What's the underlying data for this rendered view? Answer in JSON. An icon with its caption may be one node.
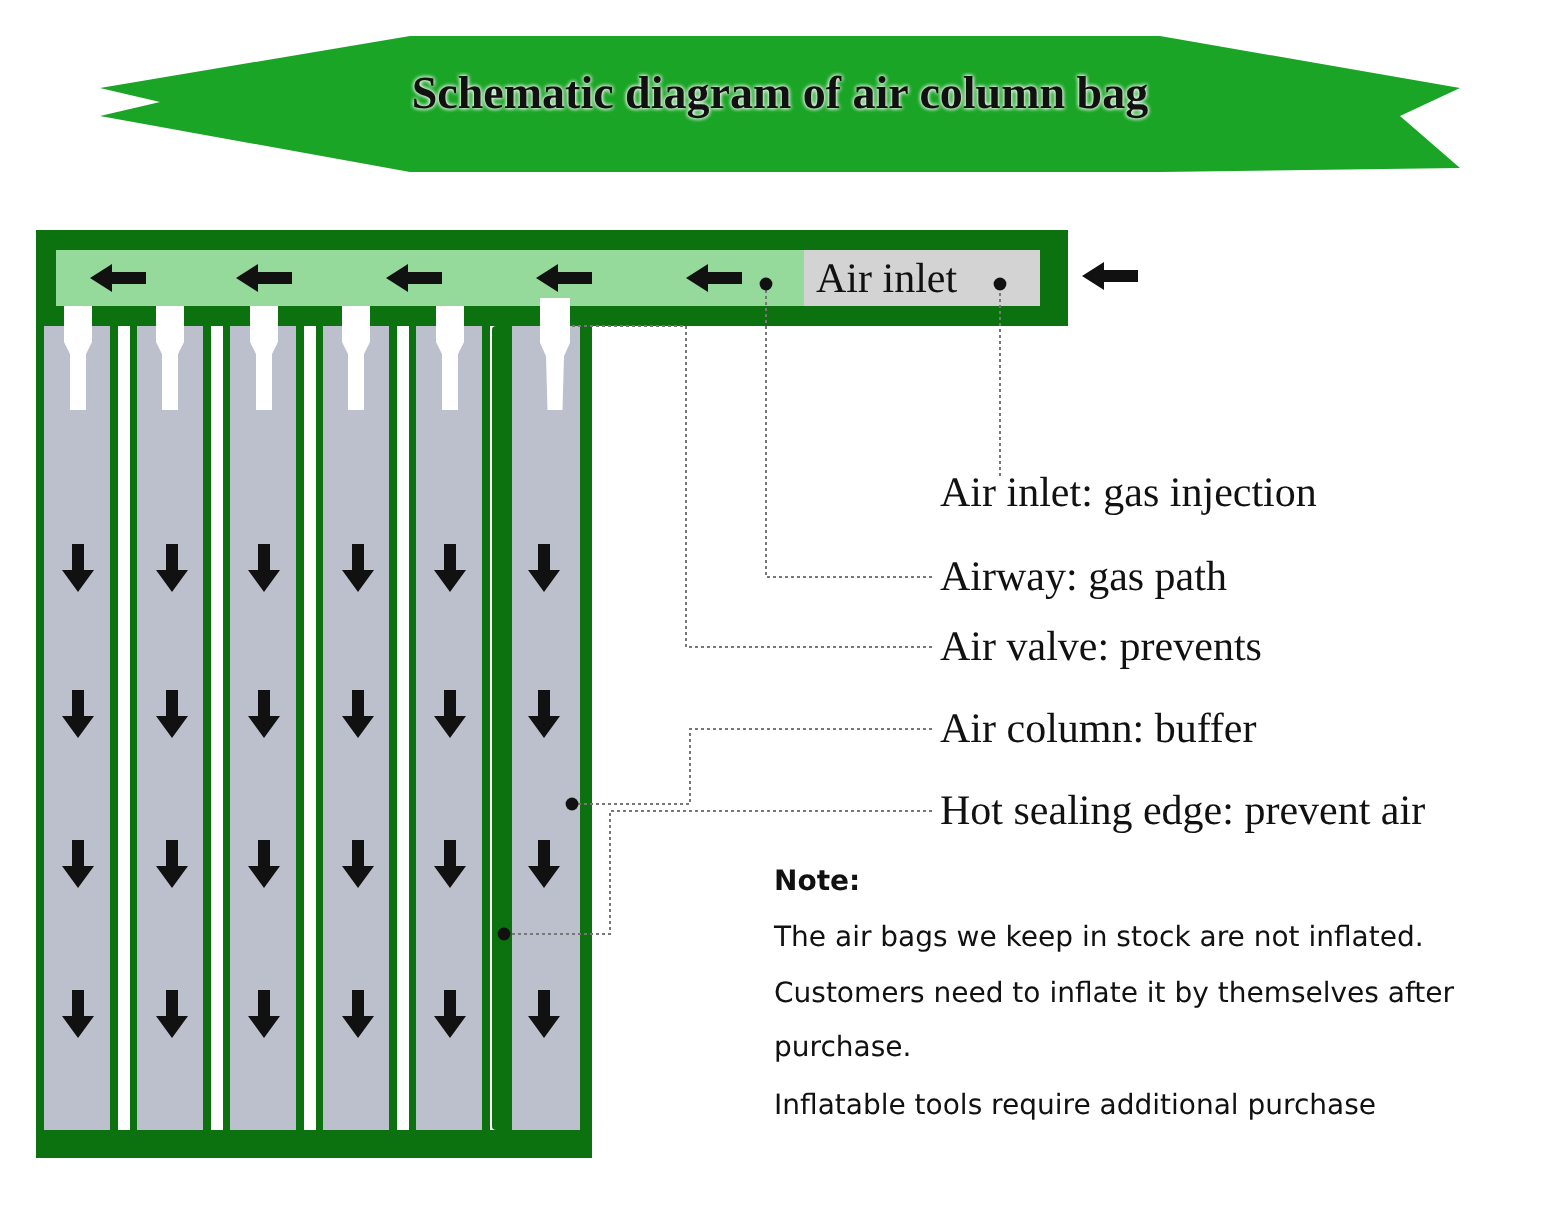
{
  "diagram": {
    "title": "Schematic diagram of air column bag",
    "nodes": [
      {
        "text": [],
        "shape": "box"
      },
      {
        "text": [
          "Air inlet"
        ],
        "in": 0
      },
      {
        "text": [],
        "shape": "box"
      },
      {
        "text": [],
        "shape": "box"
      },
      {
        "text": [],
        "shape": "bar"
      },
      {
        "text": [
          "Air inlet: gas injection"
        ]
      },
      {
        "text": [
          "Airway: gas path"
        ]
      },
      {
        "text": [
          "Air valve: prevents"
        ]
      },
      {
        "text": [
          "Air column: buffer"
        ]
      },
      {
        "text": [
          "Hot sealing edge: prevent air"
        ]
      }
    ],
    "edges": [
      {
        "from": 5,
        "to": 1,
        "arrow": "other"
      },
      {
        "from": 6,
        "to": 0,
        "arrow": "other"
      },
      {
        "from": 7,
        "to": 2,
        "arrow": "other"
      },
      {
        "from": 8,
        "to": 3,
        "arrow": "other"
      },
      {
        "from": 9,
        "to": 4,
        "arrow": "other"
      }
    ],
    "labels": [
      "Note:",
      "The air bags we keep in stock are not inflated.",
      "Customers need to inflate it by themselves after purchase.",
      "Inflatable tools require additional purchase"
    ]
  }
}
